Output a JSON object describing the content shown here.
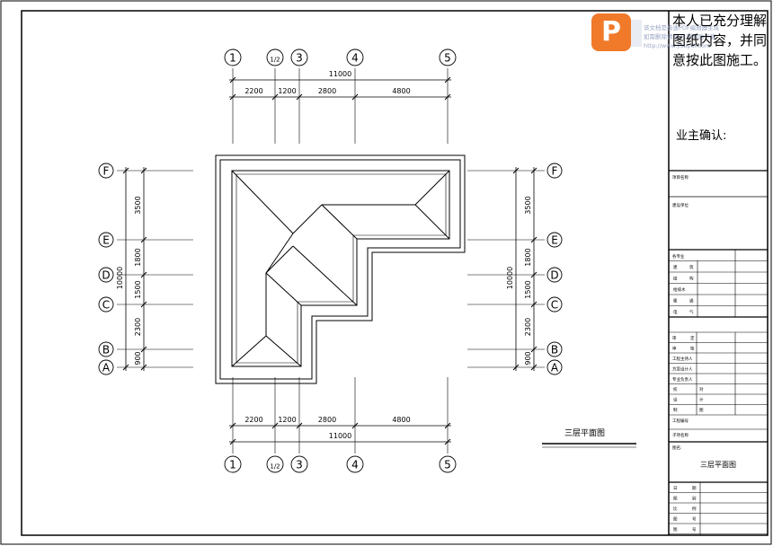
{
  "grid": {
    "columns": [
      "1",
      "1/2",
      "3",
      "4",
      "5"
    ],
    "rows": [
      "F",
      "E",
      "D",
      "C",
      "B",
      "A"
    ]
  },
  "dimensions": {
    "horizontal": [
      "2200",
      "1200",
      "2800",
      "4800"
    ],
    "horizontal_total": "11000",
    "vertical": [
      "3500",
      "1800",
      "1500",
      "2300",
      "900"
    ],
    "vertical_total": "10000"
  },
  "drawing_title": "三层平面图",
  "title_block": {
    "note": "本人已充分理解图纸内容，并同意按此图施工。",
    "owner_confirm": "业主确认:",
    "project_name": "项目名称",
    "build_unit": "建设单位",
    "discipline": "各专业",
    "disciplines": [
      [
        "建",
        "筑"
      ],
      [
        "结",
        "构"
      ],
      [
        "给排水",
        ""
      ],
      [
        "暖",
        "通"
      ],
      [
        "电",
        "气"
      ]
    ],
    "approve": [
      [
        "审",
        "定"
      ],
      [
        "审",
        "核"
      ],
      [
        "工程主持人",
        ""
      ],
      [
        "方案设计人",
        ""
      ],
      [
        "专业负责人",
        ""
      ]
    ],
    "check_rows": [
      [
        "校",
        "对"
      ],
      [
        "设",
        "计"
      ],
      [
        "制",
        "图"
      ]
    ],
    "project_no": "工程编号",
    "sub_no": "子项名称",
    "drawing_name_label": "图名:",
    "drawing_name": "三层平面图",
    "bottom_rows": [
      [
        "日",
        "期"
      ],
      [
        "图",
        "别"
      ],
      [
        "比",
        "例"
      ],
      [
        "图",
        "号"
      ],
      [
        "图",
        "号"
      ]
    ]
  },
  "watermark": {
    "logo": "P",
    "lines": [
      "该文档是极速PDF编辑器生成",
      "如需删除请访问:联网后下载",
      "http://www.jisupdf.com"
    ]
  }
}
